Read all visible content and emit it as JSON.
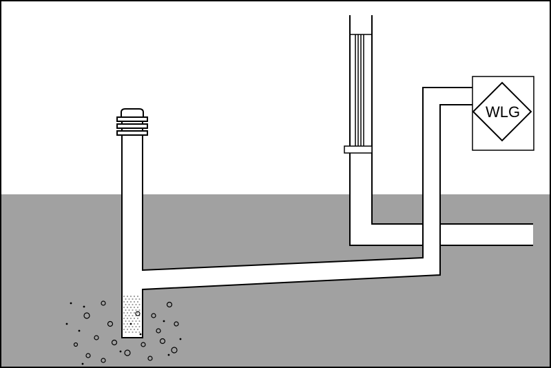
{
  "diagram": {
    "device_label": "WLG",
    "colors": {
      "ground": "#a1a1a1",
      "line": "#000000",
      "background": "#ffffff",
      "soil_dots": "#9a9a9a"
    },
    "components": [
      "ventilation-cap",
      "vertical-standpipe",
      "perforated-pipe-section",
      "connecting-pipe",
      "building-wall",
      "wall-duct",
      "wlg-device-box"
    ]
  }
}
